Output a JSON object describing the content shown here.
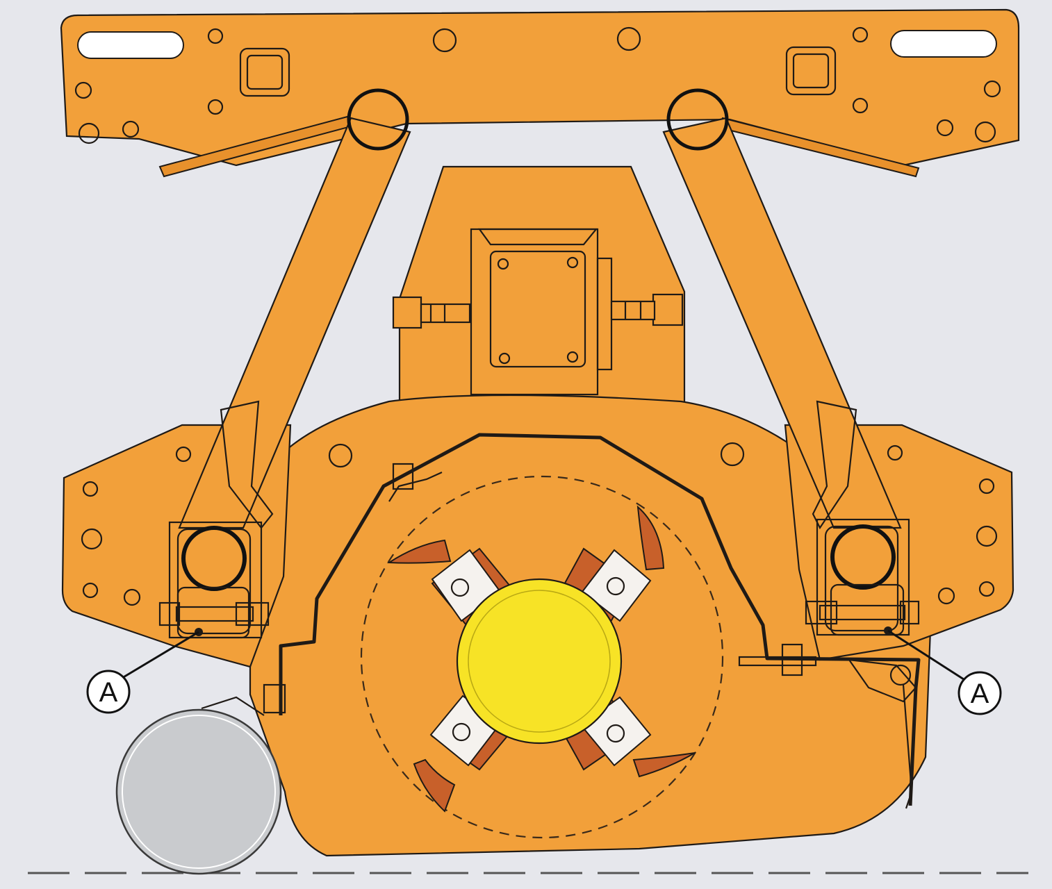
{
  "colors": {
    "background": "#e6e7ec",
    "frame": "#f2a03a",
    "frame_dark": "#e8912c",
    "rotor_hub": "#f7e326",
    "blade": "#c8602a",
    "bushing": "#9ed84a",
    "bolt": "#cfd2d6",
    "roller": "#c9cbce",
    "outline": "#1f1a16"
  },
  "callouts": [
    {
      "id": "left",
      "label": "A",
      "part": "bushing"
    },
    {
      "id": "right",
      "label": "A",
      "part": "bushing"
    }
  ]
}
